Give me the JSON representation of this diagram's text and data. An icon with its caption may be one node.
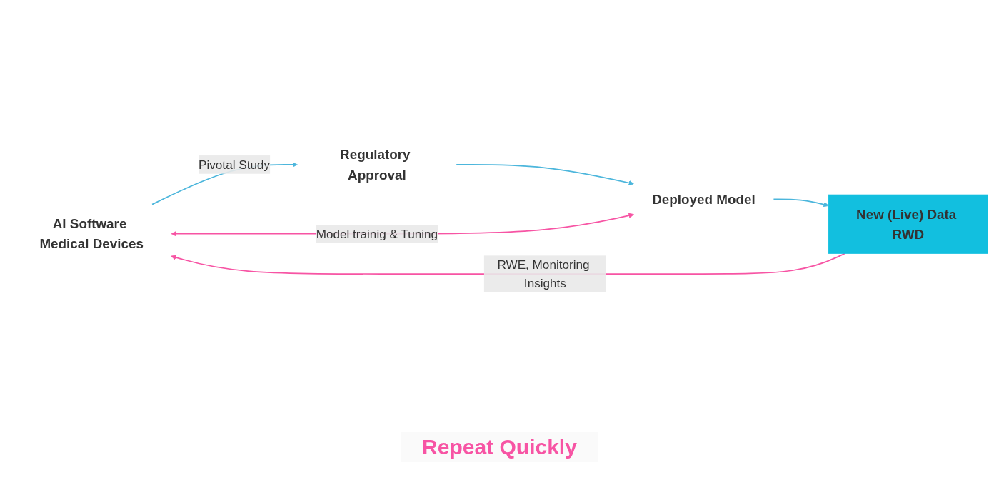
{
  "diagram": {
    "nodes": [
      {
        "text": [
          "AI Software Medical Devices"
        ]
      },
      {
        "text": [
          "Regulatory Approval"
        ]
      },
      {
        "text": [
          "Deployed Model"
        ]
      },
      {
        "text": [
          "New (Live) Data RWD"
        ]
      }
    ],
    "edges": [
      {
        "from": 0,
        "to": 1,
        "arrow": "to",
        "label": "Pivotal Study"
      },
      {
        "from": 1,
        "to": 2,
        "arrow": "to"
      },
      {
        "from": 2,
        "to": 3,
        "arrow": "to"
      },
      {
        "from": 0,
        "to": 2,
        "arrow": "both",
        "label": "Model trainig & Tuning",
        "color": "#f754a4"
      },
      {
        "from": 3,
        "to": 0,
        "arrow": "to",
        "label": "RWE, Monitoring Insights",
        "color": "#f754a4"
      }
    ],
    "labels": [
      "Repeat Quickly"
    ]
  }
}
